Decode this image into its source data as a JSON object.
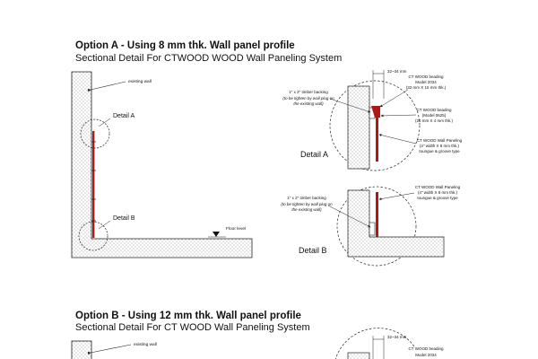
{
  "option_a": {
    "title": "Option A - Using 8 mm thk. Wall panel profile",
    "subtitle": "Sectional Detail For CTWOOD WOOD Wall Paneling System",
    "labels": {
      "existing_wall": "existing wall",
      "detail_a_marker": "Detail A",
      "detail_b_marker": "Detail B",
      "floor_level": "Floor level",
      "dimension": "32~34 mm"
    },
    "detail_a": {
      "title": "Detail A",
      "timber_backing": [
        "1\" x 2\" timber backing",
        "(to be tighten by wall plug on",
        "the existing wall)"
      ],
      "beading_top": [
        "CT WOOD beading",
        "Model 2034",
        "(32 mm X 15 mm thk.)"
      ],
      "beading_mid": [
        "CT WOOD beading",
        "(Model 0625)",
        "(25 mm X 4 mm thk.)"
      ],
      "paneling": [
        "CT WOOD Wall Paneling",
        "(4\" width X 8 mm thk.)",
        "toungue & groove type"
      ]
    },
    "detail_b": {
      "title": "Detail B",
      "timber_backing": [
        "1\" x 2\" timber backing",
        "(to be tighten by wall plug on",
        "the existing wall)"
      ],
      "paneling": [
        "CT WOOD Wall Paneling",
        "(4\" width X 8 mm thk.)",
        "toungue & groove type"
      ]
    }
  },
  "option_b": {
    "title": "Option B - Using 12 mm thk. Wall panel profile",
    "subtitle": "Sectional Detail For CT WOOD Wall Paneling System",
    "labels": {
      "existing_wall": "existing wall",
      "dimension": "32~34 mm",
      "beading": "CT WOOD beading",
      "model": "Model 2034"
    }
  },
  "colors": {
    "panel": "#b01818",
    "line": "#222222",
    "hatch_dot": "#8a8a8a"
  }
}
